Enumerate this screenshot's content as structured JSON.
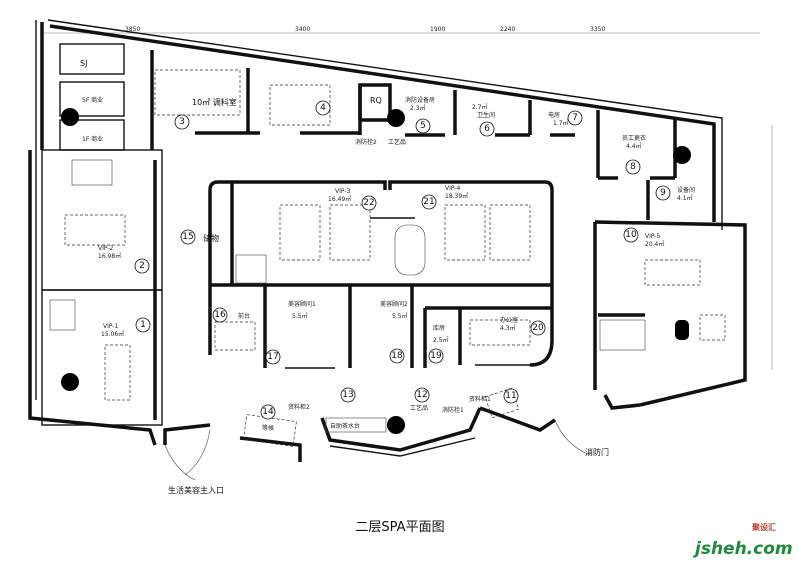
{
  "title": "二层SPA平面图",
  "entrance_label": "生活美容主入口",
  "fire_door_label": "消防门",
  "logo": {
    "text": "jsheh.com",
    "cn": "聚设汇"
  },
  "rooms": {
    "sj": "SJ",
    "shop5f": "5F 商业",
    "shop1f": "1F 商业",
    "seasoning": "10㎡ 调料室",
    "rq": "RQ",
    "fire_hydrant2": "消防栓2",
    "craft1": "工艺品",
    "fire_equipment": "消防设备房",
    "fire_equipment_area": "2.3㎡",
    "toilet": "卫生间",
    "toilet_area": "2.7㎡",
    "electric": "电房",
    "electric_area": "1.7㎡",
    "staff_locker": "员工更衣",
    "staff_locker_area": "4.4㎡",
    "equipment": "设备间",
    "equipment_area": "4.1㎡",
    "vip5": "VIP-5",
    "vip5_area": "20.4㎡",
    "vip3": "VIP-3",
    "vip3_area": "16.49㎡",
    "vip4": "VIP-4",
    "vip4_area": "18.39㎡",
    "storage": "储物",
    "vip2": "VIP-2",
    "vip2_area": "16.98㎡",
    "vip1": "VIP-1",
    "vip1_area": "15.06㎡",
    "reception": "前台",
    "consult1": "美容顾问1",
    "consult1_area": "5.5㎡",
    "consult2": "美容顾问2",
    "consult2_area": "5.5㎡",
    "warehouse": "库房",
    "warehouse_area": "2.5㎡",
    "office": "办公室",
    "office_area": "4.3㎡",
    "craft2": "工艺品",
    "fire_hydrant1": "消防栓1",
    "cabinet1": "资料柜1",
    "cabinet2": "资料柜2",
    "waiting": "等候",
    "tea": "自助茶水台"
  },
  "numbers": [
    "1",
    "2",
    "3",
    "4",
    "5",
    "6",
    "7",
    "8",
    "9",
    "10",
    "11",
    "12",
    "13",
    "14",
    "15",
    "16",
    "17",
    "18",
    "19",
    "20",
    "21",
    "22"
  ],
  "dimensions_top": [
    "3850",
    "3400",
    "1900",
    "2240",
    "3350"
  ]
}
